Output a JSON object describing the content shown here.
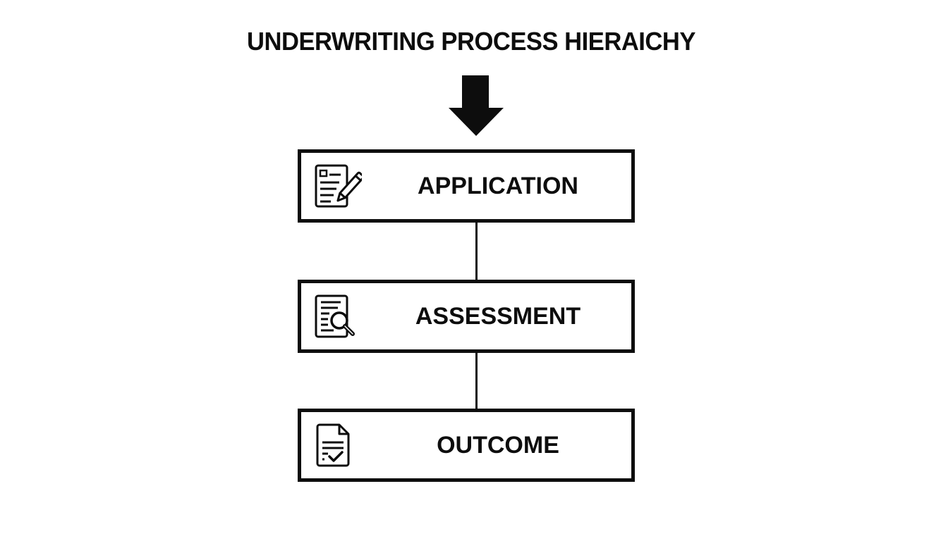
{
  "title": "UNDERWRITING PROCESS HIERAICHY",
  "colors": {
    "stroke": "#0d0d0d",
    "background": "#ffffff"
  },
  "steps": [
    {
      "label": "APPLICATION",
      "icon": "document-pencil-icon"
    },
    {
      "label": "ASSESSMENT",
      "icon": "document-magnifier-icon"
    },
    {
      "label": "OUTCOME",
      "icon": "document-checkmark-icon"
    }
  ],
  "connectors": [
    {
      "from": "APPLICATION",
      "to": "ASSESSMENT"
    },
    {
      "from": "ASSESSMENT",
      "to": "OUTCOME"
    }
  ],
  "entry_arrow": {
    "direction": "down",
    "target": "APPLICATION"
  }
}
